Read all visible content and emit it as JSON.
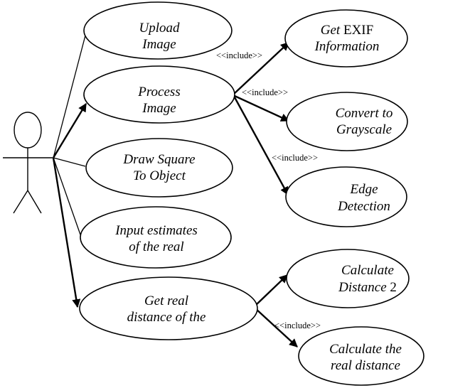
{
  "use_cases": {
    "upload_image": [
      "Upload",
      "Image"
    ],
    "process_image": [
      "Process",
      "Image"
    ],
    "draw_square": [
      "Draw Square",
      "To Object"
    ],
    "input_estimates": [
      "Input estimates",
      "of the real"
    ],
    "get_real_distance": [
      "Get real",
      "distance of the"
    ],
    "get_exif": {
      "prefix": "Get",
      "upright": "EXIF",
      "line2": "Information"
    },
    "convert_grayscale": [
      "Convert to",
      "Grayscale"
    ],
    "edge_detection": [
      "Edge",
      "Detection"
    ],
    "calc_distance2": {
      "line1": "Calculate",
      "line2_italic": "Distance",
      "line2_upright": "2"
    },
    "calc_real_distance": [
      "Calculate the",
      "real distance"
    ]
  },
  "include_label": "<<include>>",
  "colors": {
    "stroke": "#000000",
    "background": "#ffffff"
  }
}
